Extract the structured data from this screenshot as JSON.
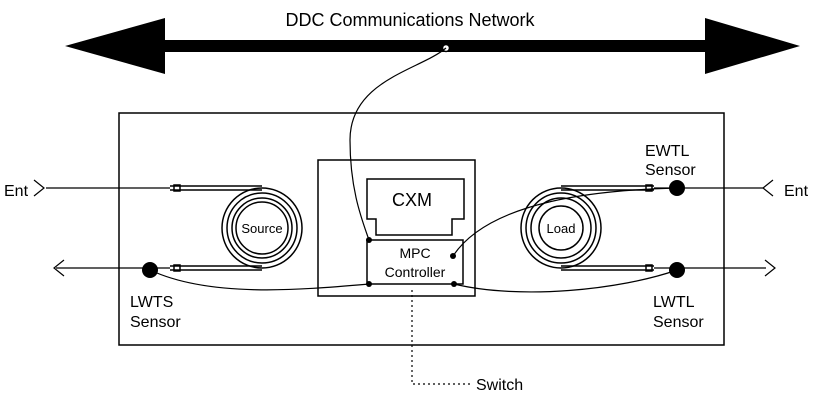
{
  "network": {
    "label": "DDC Communications Network"
  },
  "equipment": {
    "cxm_label": "CXM",
    "controller_line1": "MPC",
    "controller_line2": "Controller"
  },
  "coils": {
    "source_label": "Source",
    "load_label": "Load"
  },
  "sensors": {
    "ewtl_line1": "EWTL",
    "ewtl_line2": "Sensor",
    "lwts_line1": "LWTS",
    "lwts_line2": "Sensor",
    "lwtl_line1": "LWTL",
    "lwtl_line2": "Sensor"
  },
  "flows": {
    "left_entering": "Ent",
    "right_entering": "Ent"
  },
  "switch_label": "Switch"
}
